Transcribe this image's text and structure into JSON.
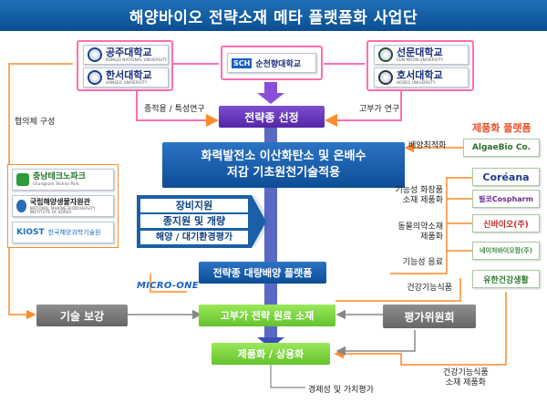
{
  "title": "해양바이오 전략소재 메타 플랫폼화 사업단",
  "universities": {
    "kongju": {
      "name": "공주대학교",
      "sub": "KONGJU NATIONAL UNIVERSITY"
    },
    "hanseo": {
      "name": "한서대학교",
      "sub": "HANSEO UNIVERSITY"
    },
    "soonchunhyang": {
      "badge": "SCH",
      "name": "순천향대학교"
    },
    "sunmoon": {
      "name": "선문대학교",
      "sub": "SUN MOON UNIVERSITY"
    },
    "hoseo": {
      "name": "호서대학교",
      "sub": "HOSEO UNIVERSITY"
    }
  },
  "consortium_label": "협의체 구성",
  "left_partners": [
    {
      "name": "충남테크노파크",
      "sub": "Chungnam Techno Park"
    },
    {
      "name": "국립해양생물자원관",
      "sub": "NATIONAL MARINE BIODIVERSITY INSTITUTE OF KOREA"
    },
    {
      "badge": "KIOST",
      "name": "한국해양과학기술원"
    }
  ],
  "flow_labels": {
    "strain_characteristics": "종적용 / 특성연구",
    "high_value_research": "고부가 연구",
    "culture_optimization": "배양최적화",
    "economics": "경제성 및 가치평가"
  },
  "boxes": {
    "strain_selection": "전략종 선정",
    "power_line1": "화력발전소 이산화탄소 및 온배수",
    "power_line2": "저감 기초원천기술적용",
    "mass_culture": "전략종 대량배양 플랫폼",
    "raw_material": "고부가 전략 원료 소재",
    "commercialization": "제품화 / 상용화",
    "tech_support": "기술 보강",
    "evaluation": "평가위원회"
  },
  "support": {
    "items": [
      "장비지원",
      "종지원 및 개량",
      "해양 / 대기환경평가"
    ]
  },
  "micro_one": "MICRO-ONE",
  "commercial_platform_label": "제품화 플랫폼",
  "companies": [
    {
      "name": "AlgaeBio Co.",
      "color": "#2a6f2a"
    },
    {
      "name": "Coréana",
      "color": "#1d3c8a"
    },
    {
      "name": "필코Cospharm",
      "color": "#6a2b8c"
    },
    {
      "name": "신바이오(주)",
      "color": "#c62828"
    },
    {
      "name": "네이처바이오팜(주)",
      "color": "#3b8a3b"
    },
    {
      "name": "유한건강생활",
      "color": "#2e7d32"
    }
  ],
  "product_labels": {
    "cosmetics": "기능성 화장품\n소재 제품화",
    "animal_medicine": "동물의약소재\n제품화",
    "beverage": "기능성 음료",
    "health_food": "건강기능식품",
    "health_food_bottom": "건강기능식품\n소재 제품화"
  },
  "colors": {
    "title": "#0b4f92",
    "pink": "#ff6fb0",
    "purple": "#5b2fb0",
    "blue": "#0d4d96",
    "green": "#6cc92f",
    "orange": "#ff8a2a",
    "platform_label": "#e8502a"
  }
}
